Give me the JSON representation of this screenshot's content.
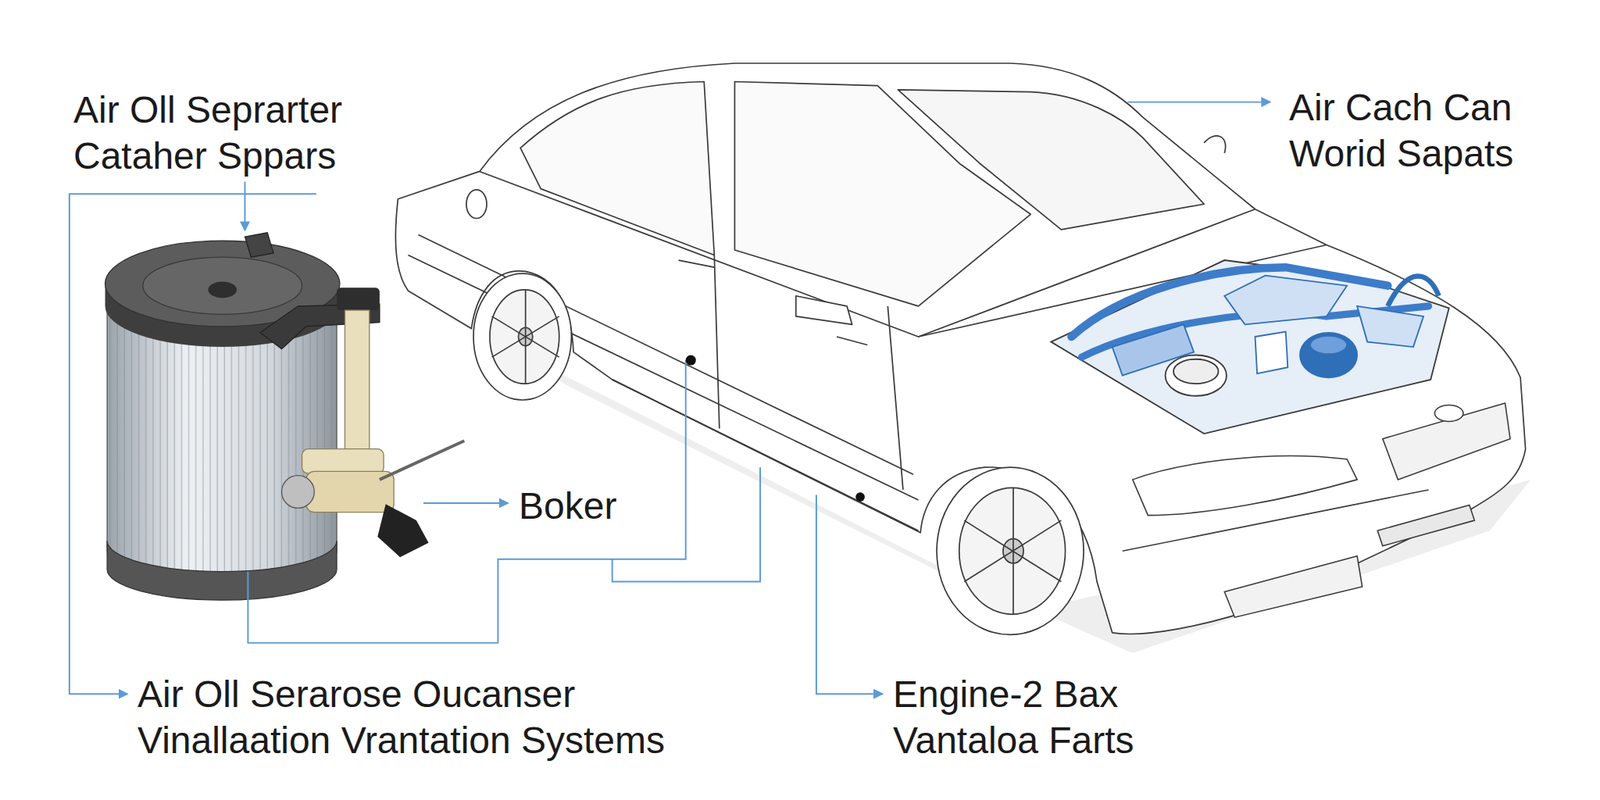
{
  "diagram": {
    "labels": [
      "Air Oll Seprarter Cataher Sppars",
      "Air Cach Can Worid Sapats",
      "Boker",
      "Air Oll Serarose Oucanser Vinallaation Vrantation Systems",
      "Engine-2 Bax Vantaloa Farts"
    ]
  }
}
